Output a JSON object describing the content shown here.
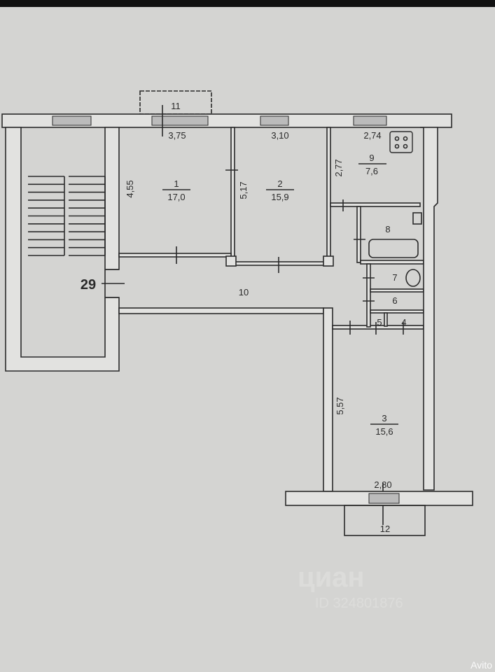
{
  "plan": {
    "rooms": [
      {
        "number": "1",
        "area": "17,0"
      },
      {
        "number": "2",
        "area": "15,9"
      },
      {
        "number": "3",
        "area": "15,6"
      },
      {
        "number": "4"
      },
      {
        "number": "5"
      },
      {
        "number": "6"
      },
      {
        "number": "7"
      },
      {
        "number": "8"
      },
      {
        "number": "9",
        "area": "7,6"
      },
      {
        "number": "10"
      },
      {
        "number": "11"
      },
      {
        "number": "12"
      }
    ],
    "dimensions": {
      "room1_width": "3,75",
      "room1_depth": "4,55",
      "room2_width": "3,10",
      "room2_depth": "5,17",
      "room9_width": "2,74",
      "room9_depth": "2,77",
      "room3_depth": "5,57",
      "room3_width": "2,80"
    },
    "entrance_number": "29"
  },
  "watermark": {
    "brand": "циан",
    "id": "ID 324801876",
    "source": "Avito"
  },
  "colors": {
    "paper": "#d4d4d2",
    "ink": "#2a2a2a"
  }
}
